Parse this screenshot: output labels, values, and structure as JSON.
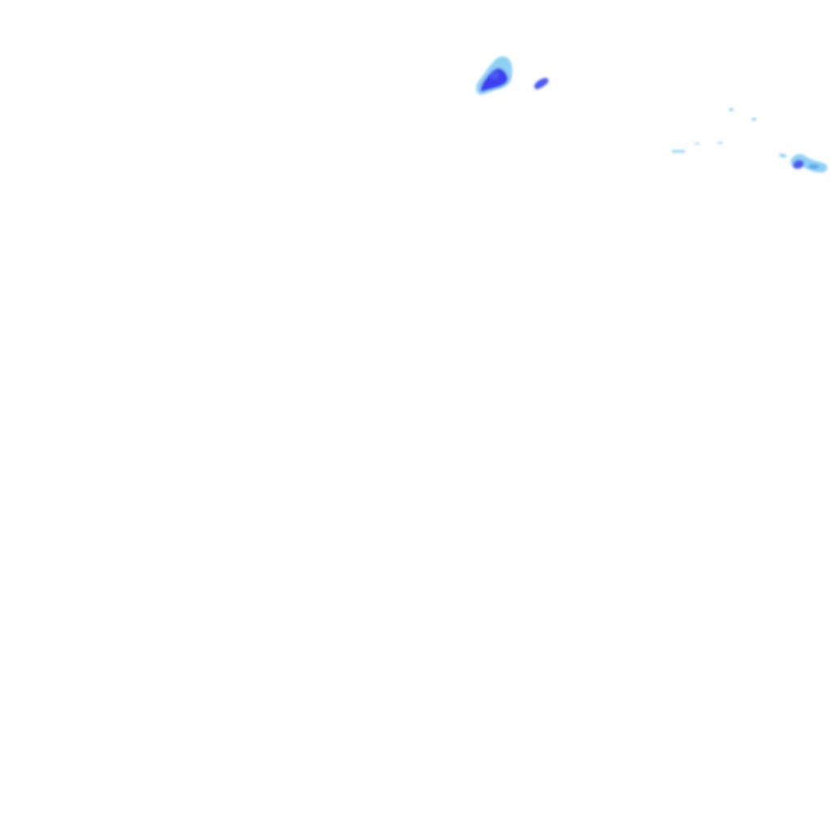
{
  "layer": {
    "kind": "precipitation-radar-overlay",
    "background": "#ffffff",
    "palette": {
      "light": "#8fd0f5",
      "medium": "#5aa8f0",
      "strong": "#4a5cf0",
      "heavy": "#3d3ff0"
    },
    "echo_cells": [
      {
        "name": "echo-cell-north-central",
        "intensity": "heavy"
      },
      {
        "name": "echo-cell-small-central",
        "intensity": "strong"
      },
      {
        "name": "echo-speck-east-1",
        "intensity": "light"
      },
      {
        "name": "echo-speck-east-2",
        "intensity": "light"
      },
      {
        "name": "echo-streak-east",
        "intensity": "light"
      },
      {
        "name": "echo-cell-far-east",
        "intensity": "strong"
      }
    ]
  }
}
